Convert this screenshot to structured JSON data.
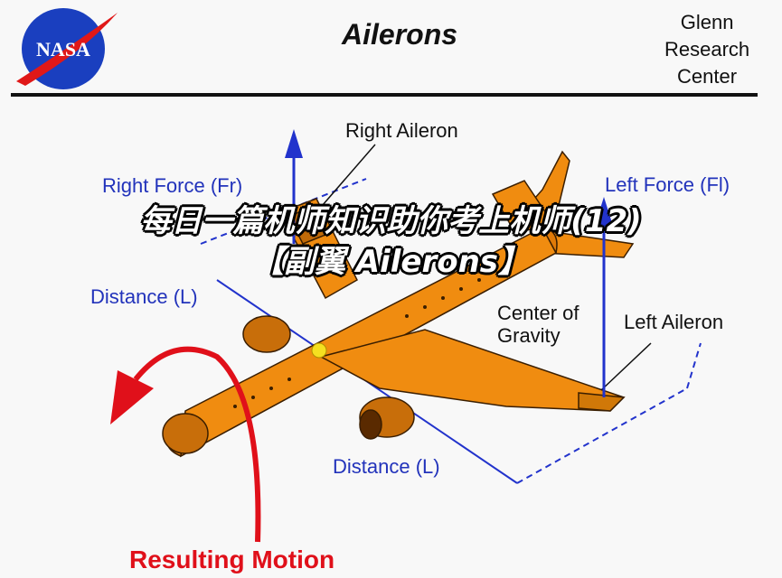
{
  "header": {
    "logo_text": "NASA",
    "title": "Ailerons",
    "organization": [
      "Glenn",
      "Research",
      "Center"
    ]
  },
  "labels": {
    "right_aileron": "Right Aileron",
    "right_force": "Right Force (Fr)",
    "left_force": "Left Force (Fl)",
    "distance_left": "Distance (L)",
    "distance_bottom": "Distance (L)",
    "center_of_gravity": [
      "Center of",
      "Gravity"
    ],
    "left_aileron": "Left Aileron",
    "resulting_motion": "Resulting Motion"
  },
  "overlay_caption": {
    "line1": "每日一篇机师知识助你考上机师(12)",
    "line2": "【副翼  Ailerons】"
  },
  "colors": {
    "force_arrow": "#2233cc",
    "airplane": "#f08c10",
    "motion_arrow": "#e0101a",
    "center_of_gravity": "#f5e020"
  }
}
